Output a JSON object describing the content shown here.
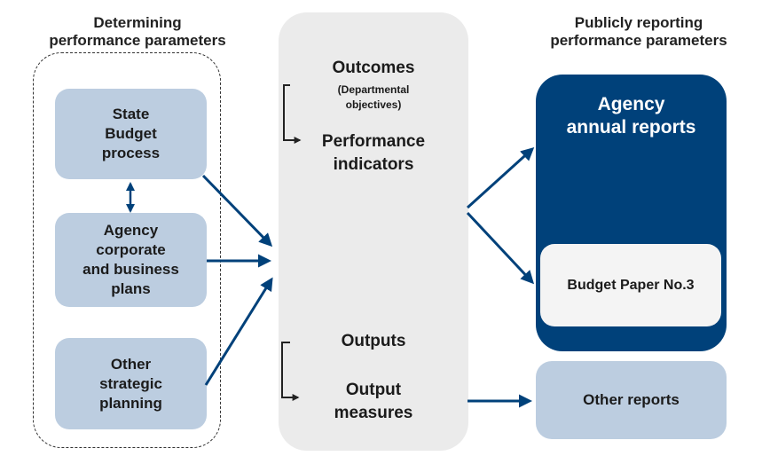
{
  "headings": {
    "left": "Determining\nperformance parameters",
    "right": "Publicly reporting\nperformance parameters"
  },
  "left_boxes": {
    "state_budget": "State\nBudget\nprocess",
    "agency_corporate": "Agency\ncorporate\nand business\nplans",
    "other_strategic": "Other\nstrategic\nplanning"
  },
  "central": {
    "outcomes": "Outcomes",
    "outcomes_note": "(Departmental\nobjectives)",
    "performance_indicators": "Performance\nindicators",
    "outputs": "Outputs",
    "output_measures": "Output\nmeasures"
  },
  "right_boxes": {
    "agency_reports": "Agency\nannual reports",
    "budget_paper": "Budget Paper No.3",
    "other_reports": "Other reports"
  },
  "colors": {
    "arrow": "#00417a",
    "light_blue": "#bccde0",
    "dark_blue": "#00417a",
    "central_grey": "#ebebeb"
  }
}
